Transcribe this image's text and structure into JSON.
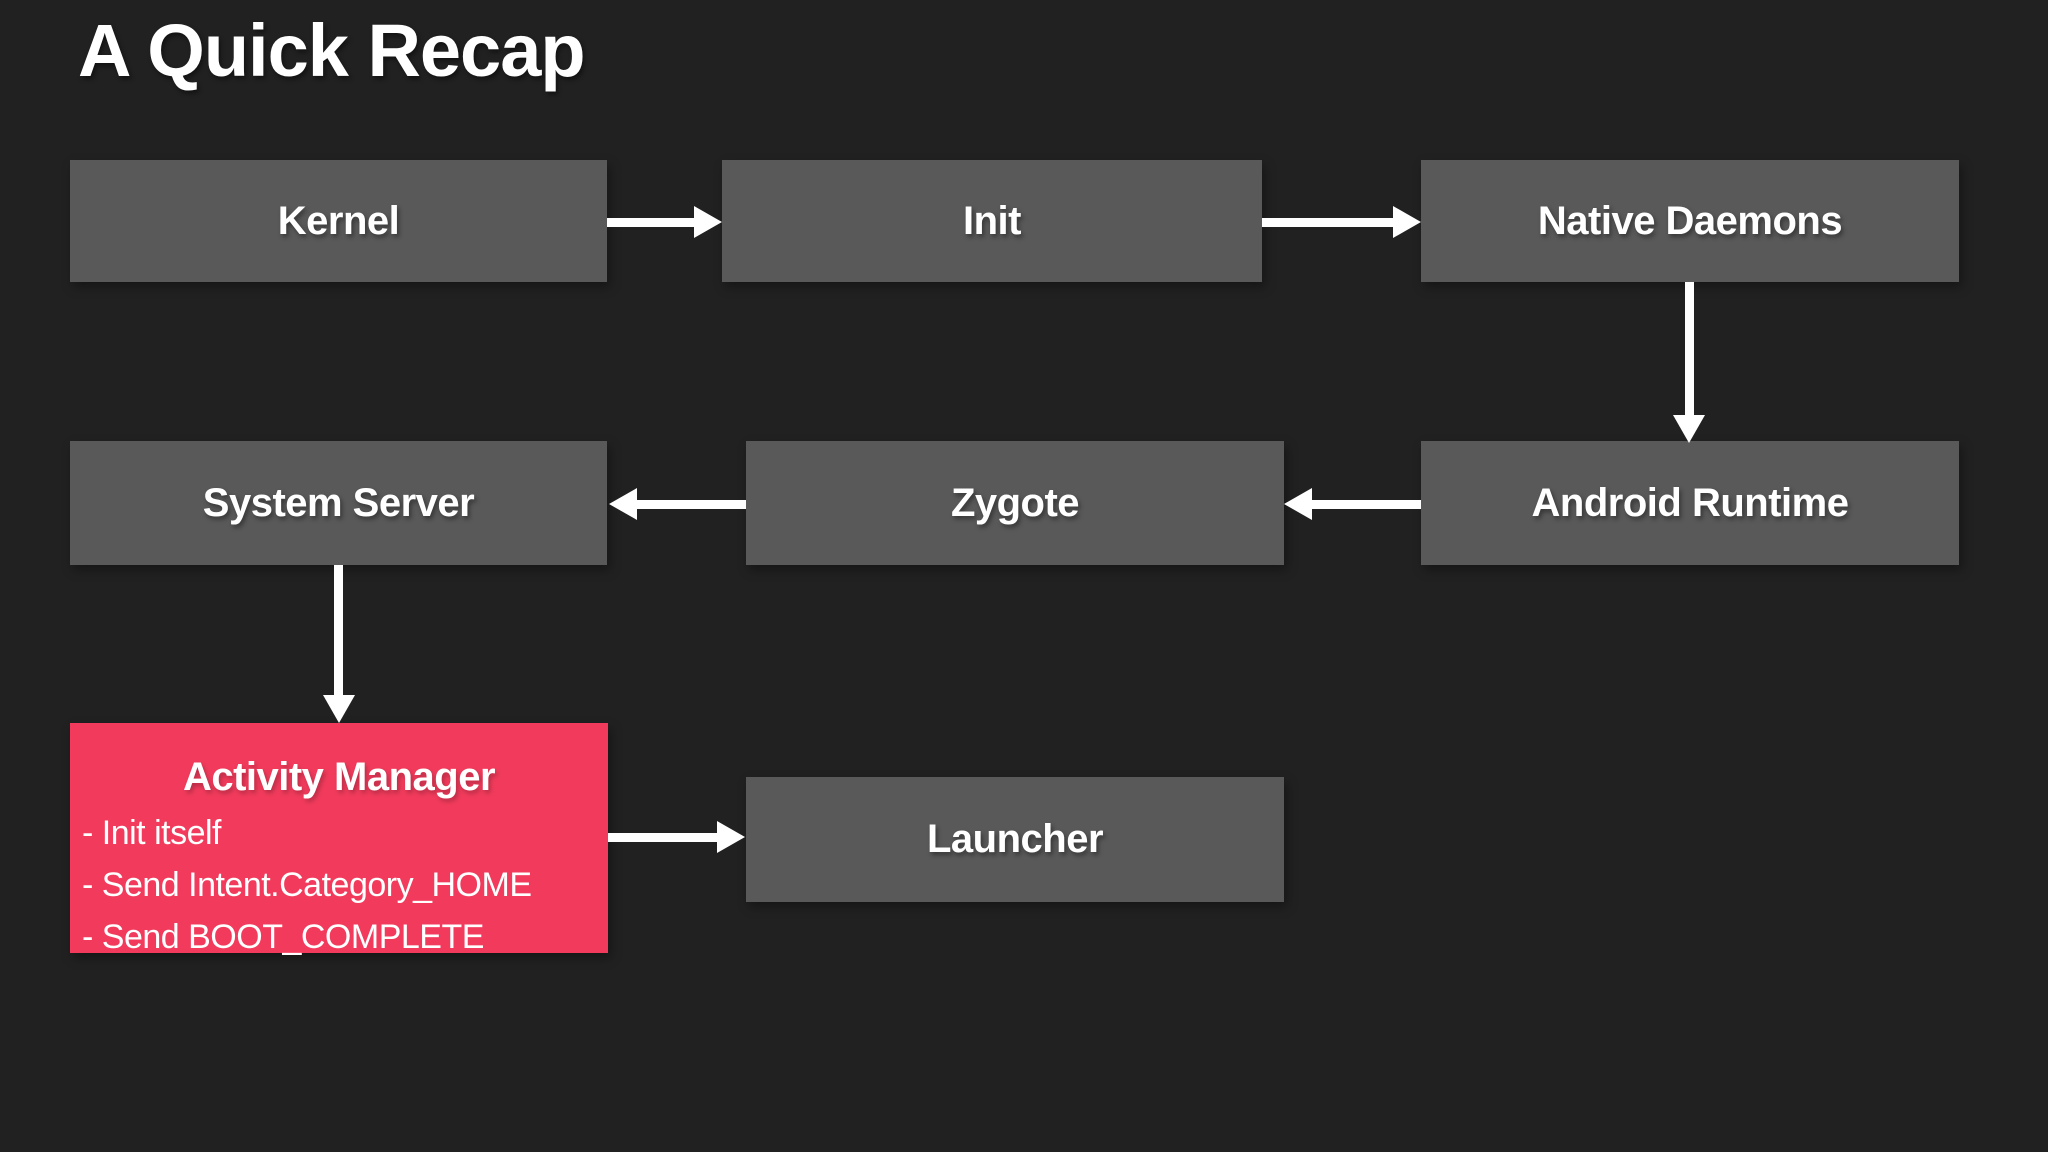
{
  "slide": {
    "title": "A Quick Recap",
    "background_color": "#212121",
    "node_color": "#595959",
    "accent_color": "#f23b5c",
    "text_color": "#ffffff",
    "arrow_color": "#ffffff"
  },
  "nodes": [
    {
      "id": "kernel",
      "label": "Kernel"
    },
    {
      "id": "init",
      "label": "Init"
    },
    {
      "id": "native-daemons",
      "label": "Native Daemons"
    },
    {
      "id": "system-server",
      "label": "System Server"
    },
    {
      "id": "zygote",
      "label": "Zygote"
    },
    {
      "id": "android-runtime",
      "label": "Android Runtime"
    },
    {
      "id": "activity-manager",
      "label": "Activity Manager",
      "highlighted": true,
      "details": [
        "- Init itself",
        "- Send Intent.Category_HOME",
        "- Send BOOT_COMPLETE"
      ]
    },
    {
      "id": "launcher",
      "label": "Launcher"
    }
  ],
  "edges": [
    {
      "from": "kernel",
      "to": "init",
      "direction": "right"
    },
    {
      "from": "init",
      "to": "native-daemons",
      "direction": "right"
    },
    {
      "from": "native-daemons",
      "to": "android-runtime",
      "direction": "down"
    },
    {
      "from": "android-runtime",
      "to": "zygote",
      "direction": "left"
    },
    {
      "from": "zygote",
      "to": "system-server",
      "direction": "left"
    },
    {
      "from": "system-server",
      "to": "activity-manager",
      "direction": "down"
    },
    {
      "from": "activity-manager",
      "to": "launcher",
      "direction": "right"
    }
  ]
}
